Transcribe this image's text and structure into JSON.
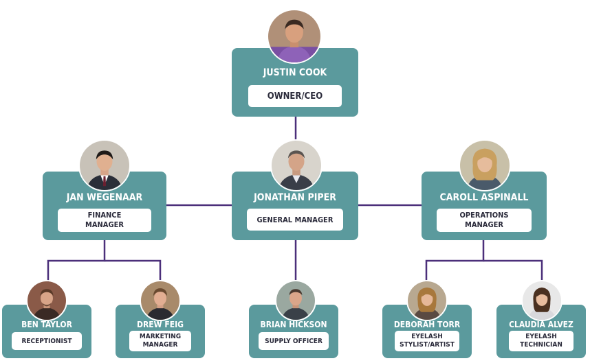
{
  "colors": {
    "card": "#5b9a9d",
    "line": "#4b2f7a",
    "text": "#ffffff",
    "role_text": "#2a2a3a"
  },
  "people": {
    "ceo": {
      "name": "JUSTIN COOK",
      "role": "OWNER/CEO",
      "avatar_icon": "person-photo-icon"
    },
    "finance": {
      "name": "JAN WEGENAAR",
      "role": "FINANCE\nMANAGER",
      "avatar_icon": "person-photo-icon"
    },
    "general": {
      "name": "JONATHAN PIPER",
      "role": "GENERAL MANAGER",
      "avatar_icon": "person-photo-icon"
    },
    "operations": {
      "name": "CAROLL ASPINALL",
      "role": "OPERATIONS\nMANAGER",
      "avatar_icon": "person-photo-icon"
    },
    "receptionist": {
      "name": "BEN TAYLOR",
      "role": "RECEPTIONIST",
      "avatar_icon": "person-photo-icon"
    },
    "marketing": {
      "name": "DREW FEIG",
      "role": "MARKETING\nMANAGER",
      "avatar_icon": "person-photo-icon"
    },
    "supply": {
      "name": "BRIAN HICKSON",
      "role": "SUPPLY OFFICER",
      "avatar_icon": "person-photo-icon"
    },
    "stylist": {
      "name": "DEBORAH TORR",
      "role": "EYELASH\nSTYLIST/ARTIST",
      "avatar_icon": "person-photo-icon"
    },
    "technician": {
      "name": "CLAUDIA ALVEZ",
      "role": "EYELASH\nTECHNICIAN",
      "avatar_icon": "person-photo-icon"
    }
  }
}
